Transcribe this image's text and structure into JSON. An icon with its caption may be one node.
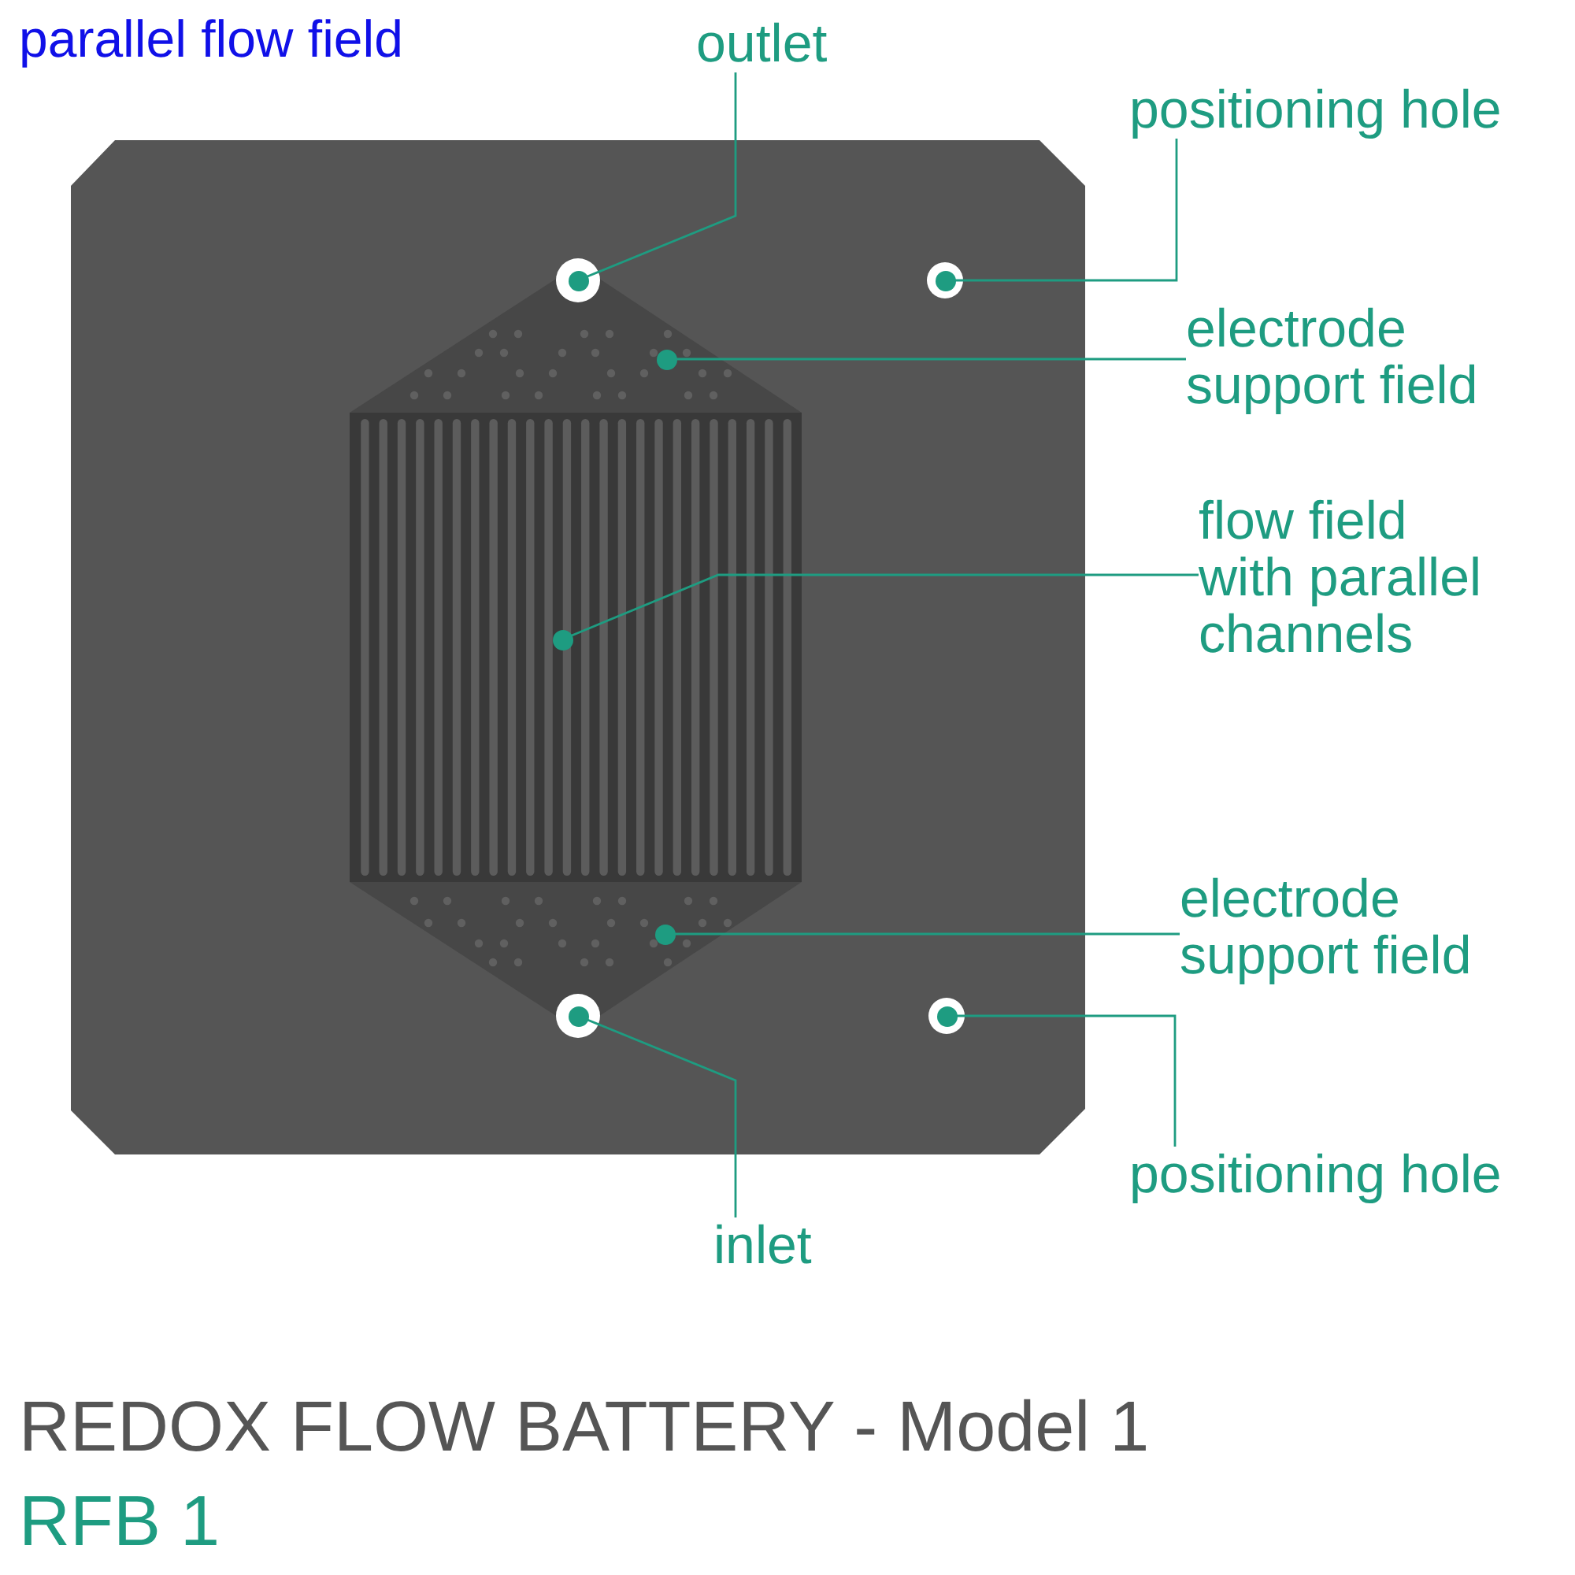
{
  "diagram": {
    "title": "parallel flow field",
    "nodes": [
      {
        "text": [
          "outlet"
        ]
      },
      {
        "text": [],
        "shape": "circle"
      },
      {
        "text": [
          "positioning hole"
        ]
      },
      {
        "text": [],
        "shape": "circle"
      },
      {
        "text": [
          "electrode support field"
        ]
      },
      {
        "text": [],
        "shape": "circle"
      },
      {
        "text": [
          "flow field with parallel channels"
        ]
      },
      {
        "text": [],
        "shape": "circle"
      },
      {
        "text": [
          "electrode support field"
        ]
      },
      {
        "text": [],
        "shape": "circle"
      },
      {
        "text": [],
        "shape": "circle"
      },
      {
        "text": [
          "positioning hole"
        ]
      },
      {
        "text": [],
        "shape": "circle"
      },
      {
        "text": [
          "inlet"
        ]
      }
    ],
    "edges": [
      {
        "from": 0,
        "to": 1,
        "arrow": "none"
      },
      {
        "from": 2,
        "to": 3,
        "arrow": "none"
      },
      {
        "from": 4,
        "to": 5,
        "arrow": "none"
      },
      {
        "from": 6,
        "to": 7,
        "arrow": "none"
      },
      {
        "from": 8,
        "to": 9,
        "arrow": "none"
      },
      {
        "from": 11,
        "to": 10,
        "arrow": "none"
      },
      {
        "from": 13,
        "to": 12,
        "arrow": "none"
      }
    ],
    "labels": [
      "REDOX FLOW BATTERY - Model 1",
      "RFB 1"
    ]
  }
}
